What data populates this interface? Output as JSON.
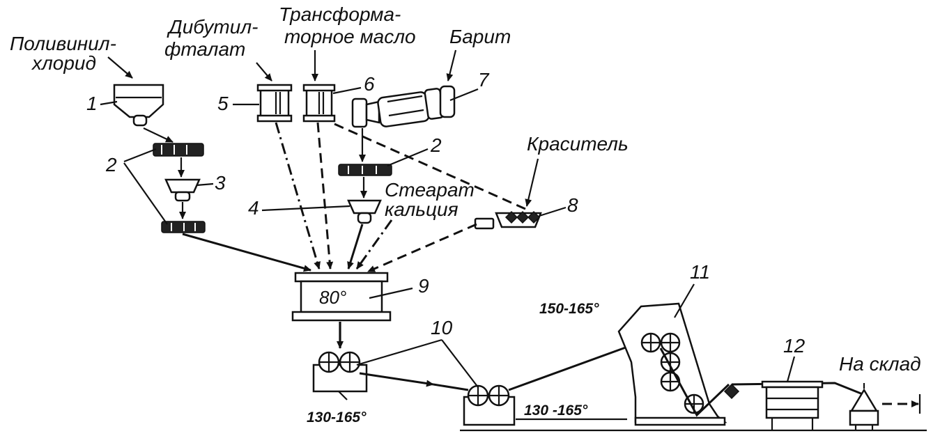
{
  "inputs": {
    "pvc_line1": "Поливинил-",
    "pvc_line2": "хлорид",
    "dbp_line1": "Дибутил-",
    "dbp_line2": "фталат",
    "oil_line1": "Трансформа-",
    "oil_line2": "торное масло",
    "barite": "Барит",
    "dye": "Краситель",
    "stearate_line1": "Стеарат",
    "stearate_line2": "кальция",
    "to_storage": "На склад"
  },
  "numbers": {
    "n1": "1",
    "n2a": "2",
    "n2b": "2",
    "n3": "3",
    "n4": "4",
    "n5": "5",
    "n6": "6",
    "n7": "7",
    "n8": "8",
    "n9": "9",
    "n10": "10",
    "n11": "11",
    "n12": "12"
  },
  "temperatures": {
    "mixer": "80°",
    "rollers_1": "130-165°",
    "rollers_2": "130 -165°",
    "calender": "150-165°"
  }
}
